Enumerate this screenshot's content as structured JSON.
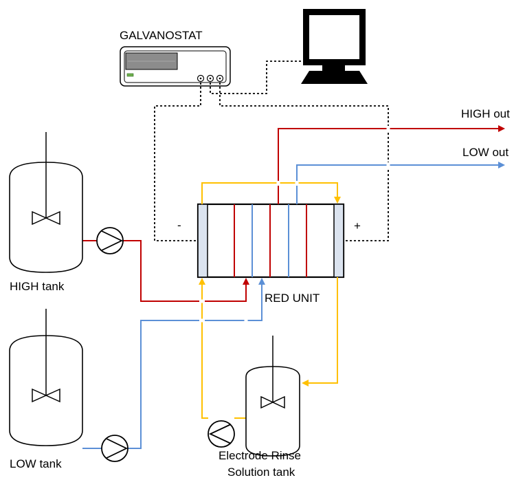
{
  "labels": {
    "galvanostat": "GALVANOSTAT",
    "high_out": "HIGH out",
    "low_out": "LOW out",
    "high_tank": "HIGH tank",
    "low_tank": "LOW tank",
    "red_unit": "RED UNIT",
    "rinse_tank_line1": "Electrode Rinse",
    "rinse_tank_line2": "Solution tank",
    "minus": "-",
    "plus": "+"
  },
  "colors": {
    "high": "#c00000",
    "low": "#5b8fd6",
    "rinse": "#ffc000",
    "electric": "#000000"
  },
  "icons": [
    "galvanostat-icon",
    "computer-monitor-icon",
    "pump-icon",
    "stirrer-icon",
    "tank-icon"
  ]
}
